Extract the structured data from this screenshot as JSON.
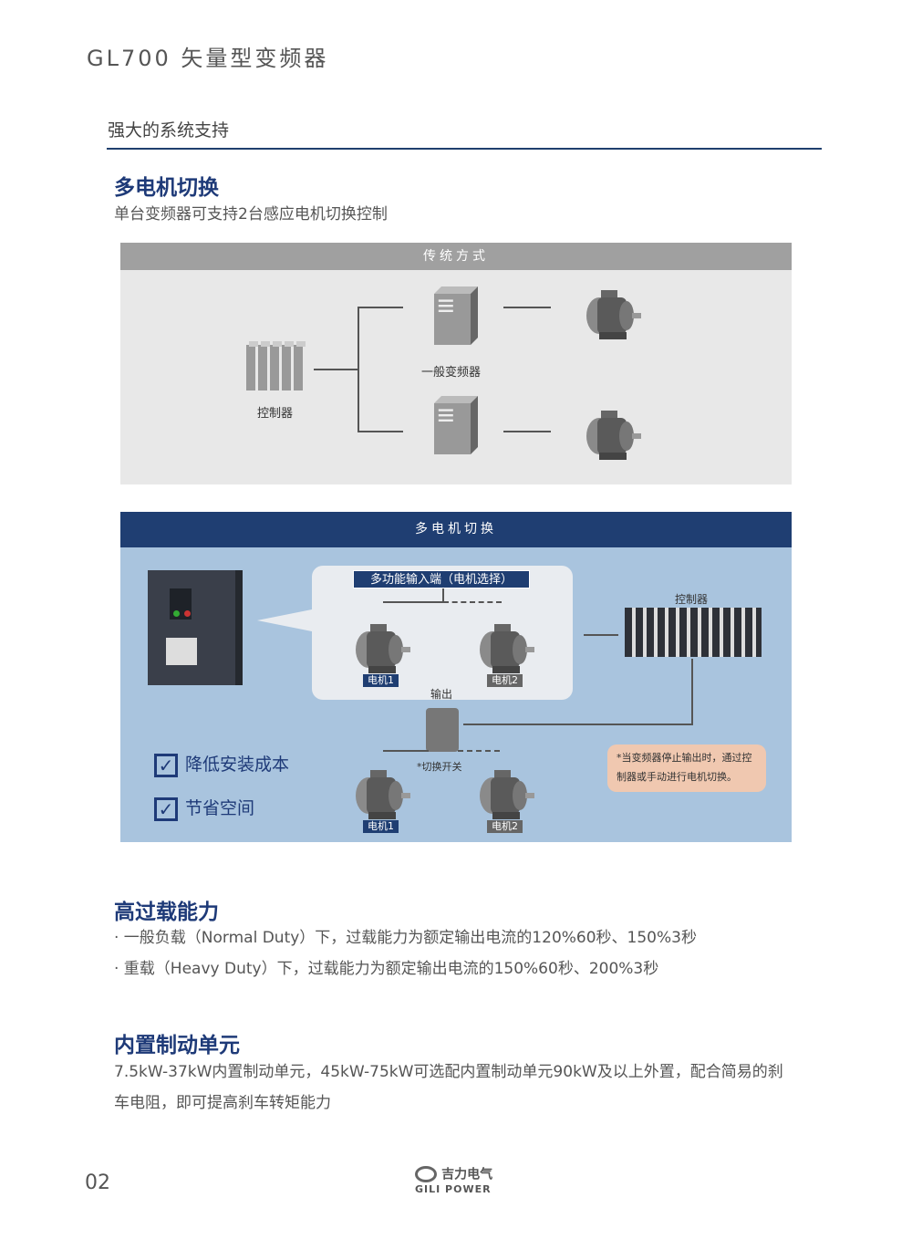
{
  "header": {
    "title": "GL700 矢量型变频器"
  },
  "section": {
    "title": "强大的系统支持"
  },
  "multi_motor": {
    "title": "多电机切换",
    "subtitle": "单台变频器可支持2台感应电机切换控制",
    "traditional": {
      "header": "传统方式",
      "controller_label": "控制器",
      "inverter_label": "一般变频器"
    },
    "switching": {
      "header": "多电机切换",
      "input_label": "多功能输入端（电机选择）",
      "motor1": "电机1",
      "motor2": "电机2",
      "output_label": "输出",
      "switch_label": "*切换开关",
      "controller_label": "控制器",
      "note": "*当变频器停止输出时，通过控制器或手动进行电机切换。",
      "benefits": [
        "降低安装成本",
        "节省空间"
      ]
    }
  },
  "overload": {
    "title": "高过载能力",
    "items": [
      "· 一般负载（Normal Duty）下，过载能力为额定输出电流的120%60秒、150%3秒",
      "· 重载（Heavy Duty）下，过载能力为额定输出电流的150%60秒、200%3秒"
    ]
  },
  "brake": {
    "title": "内置制动单元",
    "text": "7.5kW-37kW内置制动单元，45kW-75kW可选配内置制动单元90kW及以上外置，配合简易的刹车电阻，即可提高刹车转矩能力"
  },
  "footer": {
    "page": "02",
    "logo_cn": "吉力电气",
    "logo_en": "GILI POWER"
  },
  "colors": {
    "navy": "#1f3e72",
    "panel_blue": "#a9c4de",
    "gray_header": "#a0a0a0"
  }
}
